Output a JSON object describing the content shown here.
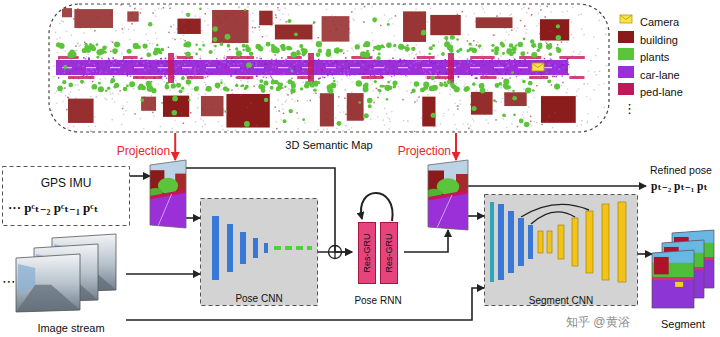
{
  "diagram": {
    "nodes": [
      {
        "text": [
          "3D Semantic Map"
        ]
      },
      {
        "text": [
          "Projection"
        ]
      },
      {
        "text": [
          "Projection"
        ]
      },
      {
        "text": [
          "GPS IMU",
          "··· pᶜₜ₋₂ pᶜₜ₋₁ pᶜₜ"
        ]
      },
      {
        "text": [
          "Image stream"
        ]
      },
      {
        "text": [
          "Pose CNN"
        ]
      },
      {
        "text": [
          "Pose RNN"
        ]
      },
      {
        "text": [
          "Res-GRU"
        ],
        "in": 6
      },
      {
        "text": [
          "Res-GRU"
        ],
        "in": 6
      },
      {
        "text": [
          "Segment CNN"
        ]
      },
      {
        "text": [
          "Segment"
        ]
      }
    ],
    "edges": [
      {
        "from": 0,
        "to": 1,
        "arrow": "to"
      },
      {
        "from": 0,
        "to": 2,
        "arrow": "to"
      },
      {
        "from": 3,
        "to": 1,
        "arrow": "to"
      },
      {
        "from": 1,
        "to": 5,
        "arrow": "to"
      },
      {
        "from": 4,
        "to": 5,
        "arrow": "to"
      },
      {
        "from": 5,
        "to": 6,
        "arrow": "to"
      },
      {
        "from": 1,
        "to": 6,
        "arrow": "to"
      },
      {
        "from": 6,
        "to": 2,
        "arrow": "to"
      },
      {
        "from": 2,
        "to": 9,
        "arrow": "to"
      },
      {
        "from": 4,
        "to": 9,
        "arrow": "to"
      },
      {
        "from": 9,
        "to": 10,
        "arrow": "to"
      }
    ],
    "labels": [
      "⋯",
      "⋮",
      "Refined pose",
      "pₜ₋₂ pₜ₋₁ pₜ",
      "知乎 @黄浴"
    ],
    "legend": [
      {
        "text": "Camera"
      },
      {
        "text": "building",
        "color": "#8b1a1a"
      },
      {
        "text": "plants",
        "color": "#5cc43a"
      },
      {
        "text": "car-lane",
        "color": "#9b30d9"
      },
      {
        "text": "ped-lane",
        "color": "#c2185b"
      }
    ]
  }
}
